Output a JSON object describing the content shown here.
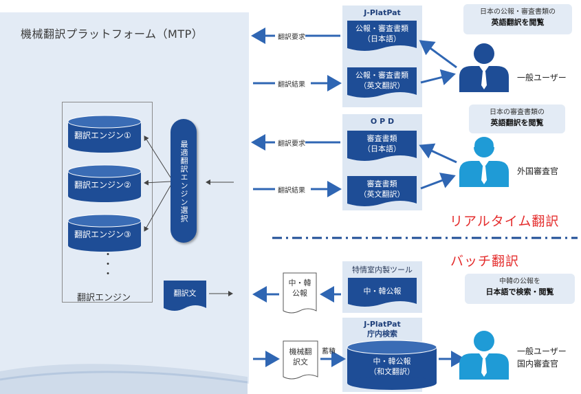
{
  "mtp": {
    "title": "機械翻訳プラットフォーム（MTP）",
    "engines": [
      "翻訳エンジン①",
      "翻訳エンジン②",
      "翻訳エンジン③"
    ],
    "engines_dots": "・\n・\n・",
    "engines_caption": "翻訳エンジン",
    "selector": "最適翻訳エンジン選択",
    "output_doc": "翻訳文"
  },
  "arrows": {
    "request_1": "翻訳要求",
    "result_1": "翻訳結果",
    "request_2": "翻訳要求",
    "result_2": "翻訳結果",
    "accumulate": "蓄積"
  },
  "jplatpat": {
    "title": "J-PlatPat",
    "doc_in_line1": "公報・審査書類",
    "doc_in_line2": "（日本語）",
    "doc_out_line1": "公報・審査書類",
    "doc_out_line2": "（英文翻訳）"
  },
  "opd": {
    "title": "O P D",
    "doc_in_line1": "審査書類",
    "doc_in_line2": "（日本語）",
    "doc_out_line1": "審査書類",
    "doc_out_line2": "（英文翻訳）"
  },
  "tokkyo_tool": {
    "title": "特情室内製ツール",
    "doc": "中・韓公報"
  },
  "jplatpat_internal": {
    "title_line1": "J-PlatPat",
    "title_line2": "庁内検索",
    "db_line1": "中・韓公報",
    "db_line2": "（和文翻訳）"
  },
  "batch_docs": {
    "source_line1": "中・韓",
    "source_line2": "公報",
    "mt_line1": "機械翻",
    "mt_line2": "訳文"
  },
  "bubbles": {
    "b1_line1": "日本の公報・審査書類の",
    "b1_line2": "英語翻訳を閲覧",
    "b2_line1": "日本の審査書類の",
    "b2_line2": "英語翻訳を閲覧",
    "b3_line1": "中韓の公報を",
    "b3_line2": "日本語で検索・閲覧"
  },
  "users": {
    "general": "一般ユーザー",
    "foreign_examiner": "外国審査官",
    "bottom_line1": "一般ユーザー",
    "bottom_line2": "国内審査官"
  },
  "sections": {
    "realtime": "リアルタイム翻訳",
    "batch": "バッチ翻訳"
  },
  "colors": {
    "navy": "#1e4d96",
    "panel": "#e3ebf5",
    "arrow": "#2f66b3",
    "accent_red": "#e42d2d"
  }
}
